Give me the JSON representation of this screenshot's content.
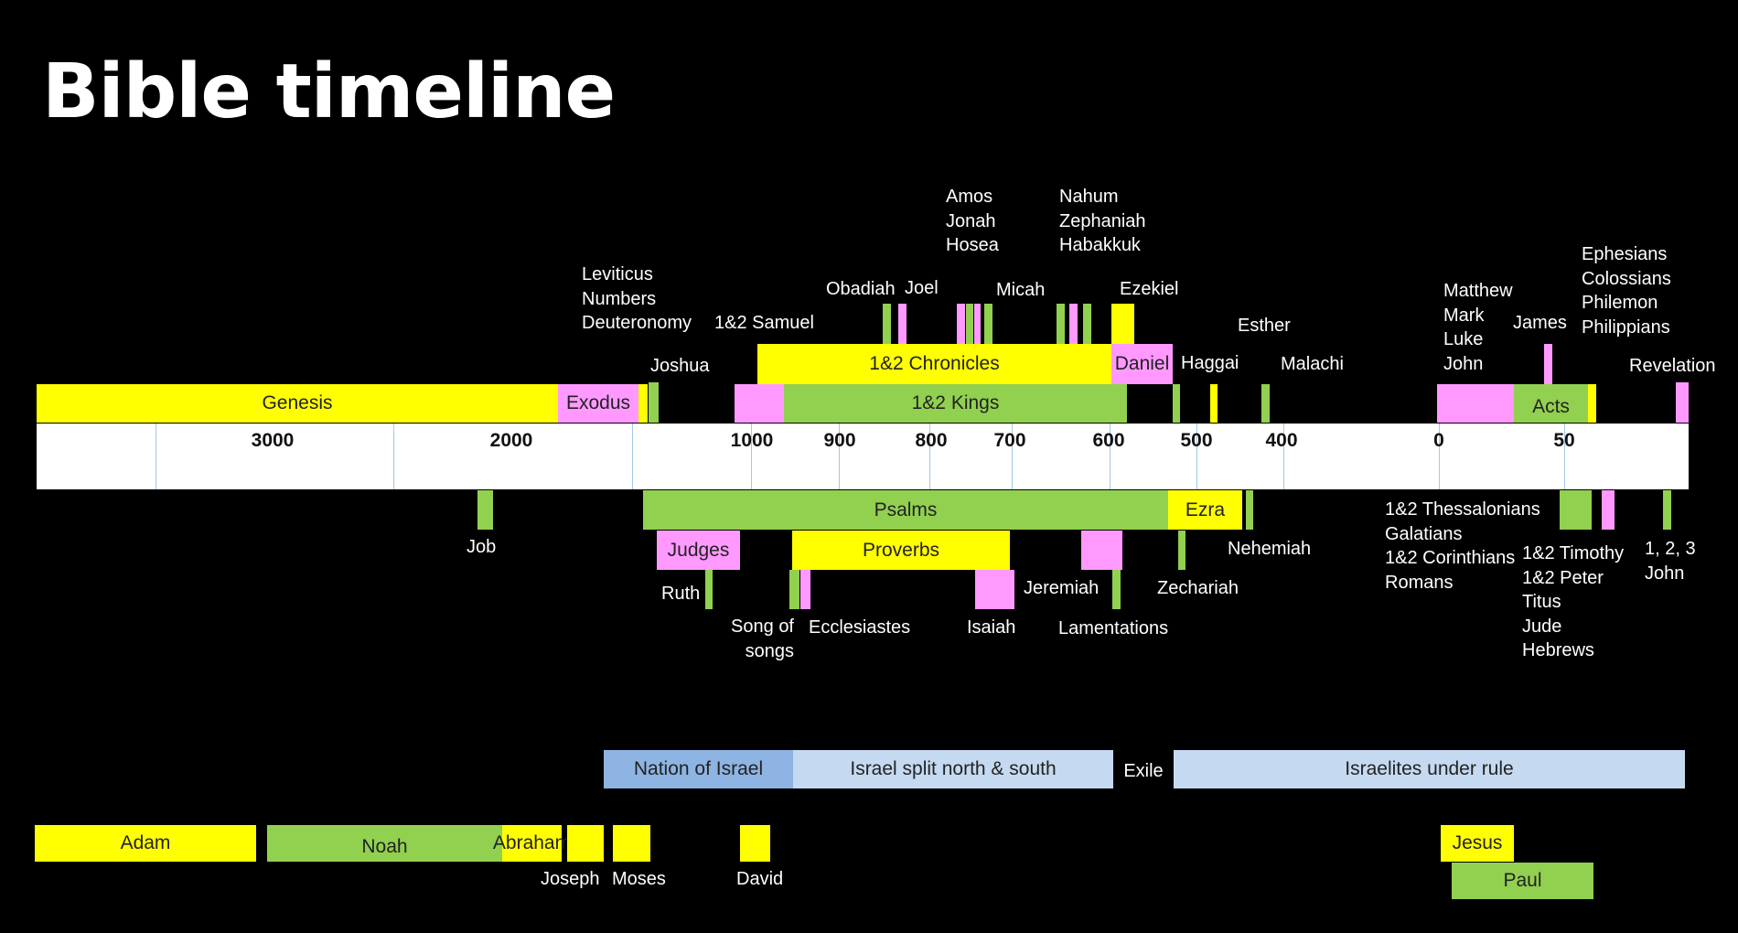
{
  "title": "Bible timeline",
  "colors": {
    "yellow": "#ffff00",
    "green": "#92d050",
    "pink": "#ff99ff",
    "blue": "#8db4e2",
    "lightblue": "#c5d9f1"
  },
  "axis": {
    "tick_labels": [
      "3000",
      "2000",
      "1000",
      "900",
      "800",
      "700",
      "600",
      "500",
      "400",
      "0",
      "50"
    ]
  },
  "books": [
    {
      "name": "Genesis",
      "shown": "Genesis"
    },
    {
      "name": "Exodus",
      "shown": "Exodus"
    },
    {
      "name": "Leviticus, Numbers, Deuteronomy",
      "shown": "Leviticus\nNumbers\nDeuteronomy"
    },
    {
      "name": "Joshua",
      "shown": "Joshua"
    },
    {
      "name": "1&2 Samuel",
      "shown": "1&2 Samuel"
    },
    {
      "name": "1&2 Kings",
      "shown": "1&2 Kings"
    },
    {
      "name": "1&2 Chronicles",
      "shown": "1&2 Chronicles"
    },
    {
      "name": "Obadiah",
      "shown": "Obadiah"
    },
    {
      "name": "Joel",
      "shown": "Joel"
    },
    {
      "name": "Amos, Jonah, Hosea",
      "shown": "Amos\nJonah\nHosea"
    },
    {
      "name": "Micah",
      "shown": "Micah"
    },
    {
      "name": "Nahum, Zephaniah, Habakkuk",
      "shown": "Nahum\nZephaniah\nHabakkuk"
    },
    {
      "name": "Ezekiel",
      "shown": "Ezekiel"
    },
    {
      "name": "Daniel",
      "shown": "Daniel"
    },
    {
      "name": "Haggai",
      "shown": "Haggai"
    },
    {
      "name": "Esther",
      "shown": "Esther"
    },
    {
      "name": "Malachi",
      "shown": "Malachi"
    },
    {
      "name": "Matthew, Mark, Luke, John",
      "shown": "Matthew\nMark\nLuke\nJohn"
    },
    {
      "name": "James",
      "shown": "James"
    },
    {
      "name": "Acts",
      "shown": "Acts"
    },
    {
      "name": "Ephesians, Colossians, Philemon, Philippians",
      "shown": "Ephesians\nColossians\nPhilemon\nPhilippians"
    },
    {
      "name": "Revelation",
      "shown": "Revelation"
    },
    {
      "name": "Job",
      "shown": "Job"
    },
    {
      "name": "Psalms",
      "shown": "Psalms"
    },
    {
      "name": "Judges",
      "shown": "Judges"
    },
    {
      "name": "Ruth",
      "shown": "Ruth"
    },
    {
      "name": "Proverbs",
      "shown": "Proverbs"
    },
    {
      "name": "Song of songs",
      "shown": "Song of\nsongs"
    },
    {
      "name": "Ecclesiastes",
      "shown": "Ecclesiastes"
    },
    {
      "name": "Isaiah",
      "shown": "Isaiah"
    },
    {
      "name": "Jeremiah",
      "shown": "Jeremiah"
    },
    {
      "name": "Lamentations",
      "shown": "Lamentations"
    },
    {
      "name": "Ezra",
      "shown": "Ezra"
    },
    {
      "name": "Zechariah",
      "shown": "Zechariah"
    },
    {
      "name": "Nehemiah",
      "shown": "Nehemiah"
    },
    {
      "name": "1&2 Thessalonians, Galatians, 1&2 Corinthians, Romans",
      "shown": "1&2 Thessalonians\nGalatians\n1&2 Corinthians\nRomans"
    },
    {
      "name": "1&2 Timothy, 1&2 Peter, Titus, Jude, Hebrews",
      "shown": "1&2 Timothy\n1&2 Peter\nTitus\nJude\nHebrews"
    },
    {
      "name": "1, 2, 3 John",
      "shown": "1, 2, 3\nJohn"
    }
  ],
  "periods": [
    "Nation of Israel",
    "Israel split north & south",
    "Exile",
    "Israelites under rule"
  ],
  "people": [
    "Adam",
    "Noah",
    "Abraham",
    "Joseph",
    "Moses",
    "David",
    "Jesus",
    "Paul"
  ]
}
